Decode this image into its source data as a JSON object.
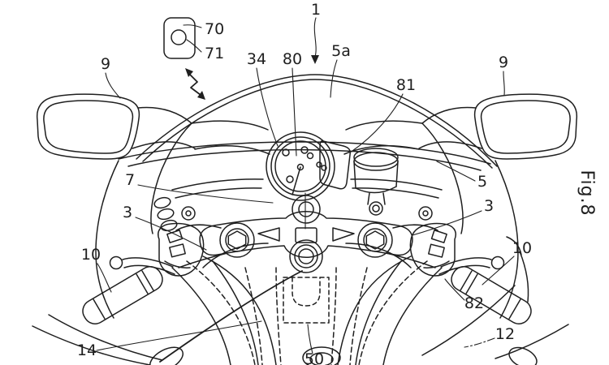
{
  "figure": {
    "caption": "Fig.8",
    "kind": "patent line drawing",
    "subject": "motorcycle cockpit front view with smart key fob and hidden antenna",
    "line_color": "#1f1f1f",
    "background_color": "#ffffff"
  },
  "ref_labels": {
    "overall_1": "1",
    "bridge_3_left": "3",
    "bridge_3_right": "3",
    "fairing_5": "5",
    "windscreen_5a": "5a",
    "bracket_7": "7",
    "mirror_9_left": "9",
    "mirror_9_right": "9",
    "grip_10_left": "10",
    "grip_10_right": "10",
    "line_12": "12",
    "cover_14": "14",
    "meter_34": "34",
    "antenna_50": "50",
    "fob_70": "70",
    "fob_button_71": "71",
    "meter_80": "80",
    "display_81": "81",
    "switch_82": "82"
  }
}
